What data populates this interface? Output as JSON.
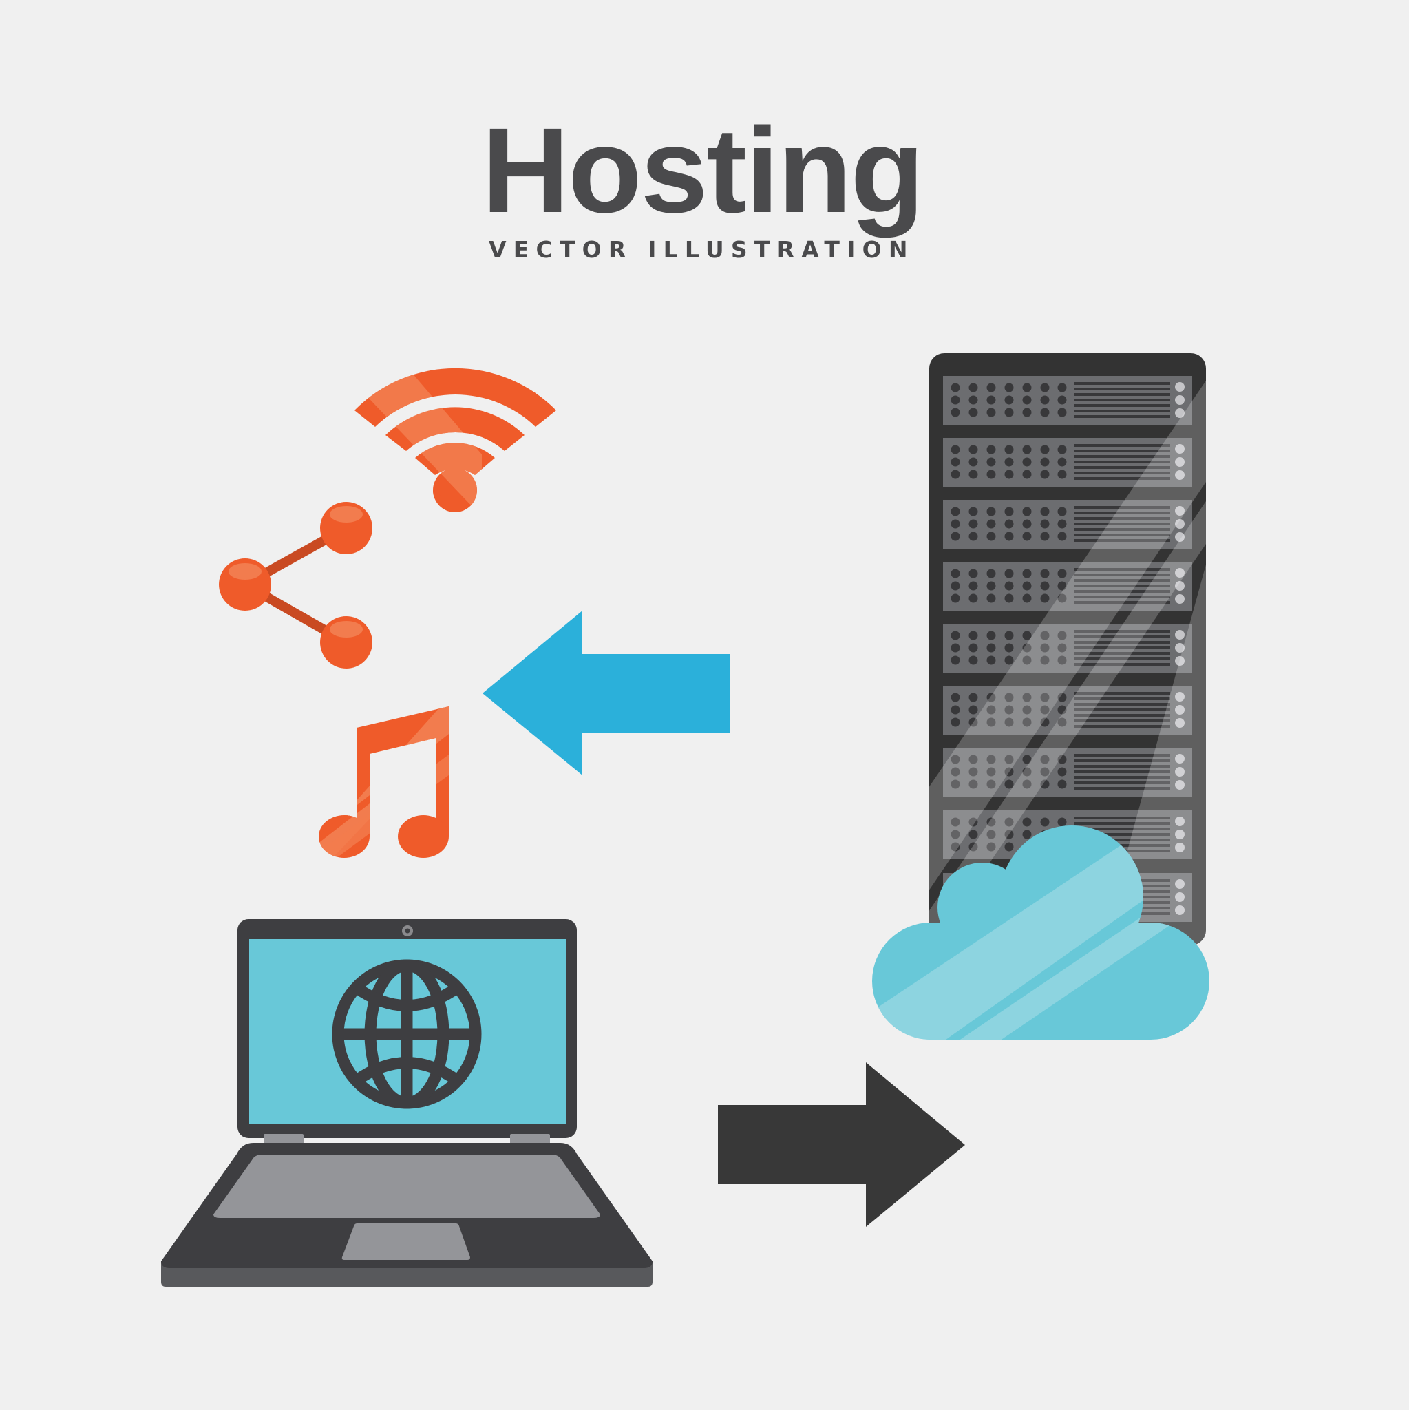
{
  "header": {
    "title": "Hosting",
    "subtitle": "VECTOR ILLUSTRATION"
  },
  "illustration": {
    "elements": [
      {
        "name": "wifi-icon",
        "color": "#EF5B2A"
      },
      {
        "name": "share-icon",
        "color": "#EF5B2A"
      },
      {
        "name": "music-note-icon",
        "color": "#EF5B2A"
      },
      {
        "name": "arrow-left-icon",
        "color": "#2BB0DA"
      },
      {
        "name": "server-rack-icon",
        "color": "#333333",
        "slot_count": 9
      },
      {
        "name": "cloud-icon",
        "color": "#68C8D8"
      },
      {
        "name": "laptop-icon",
        "color": "#3E3E41",
        "screen_color": "#68C8D8"
      },
      {
        "name": "globe-icon",
        "color": "#3E3E41"
      },
      {
        "name": "arrow-right-icon",
        "color": "#383838"
      }
    ]
  },
  "colors": {
    "background": "#F0F0F0",
    "text": "#4A4A4C",
    "orange": "#EF5B2A",
    "orange_light": "#F27C4E",
    "blue_arrow": "#2BB0DA",
    "cloud": "#68C8D8",
    "cloud_glare": "#8DD4E0",
    "dark": "#383838",
    "server_body": "#333333",
    "server_slot": "#6C6D70"
  }
}
